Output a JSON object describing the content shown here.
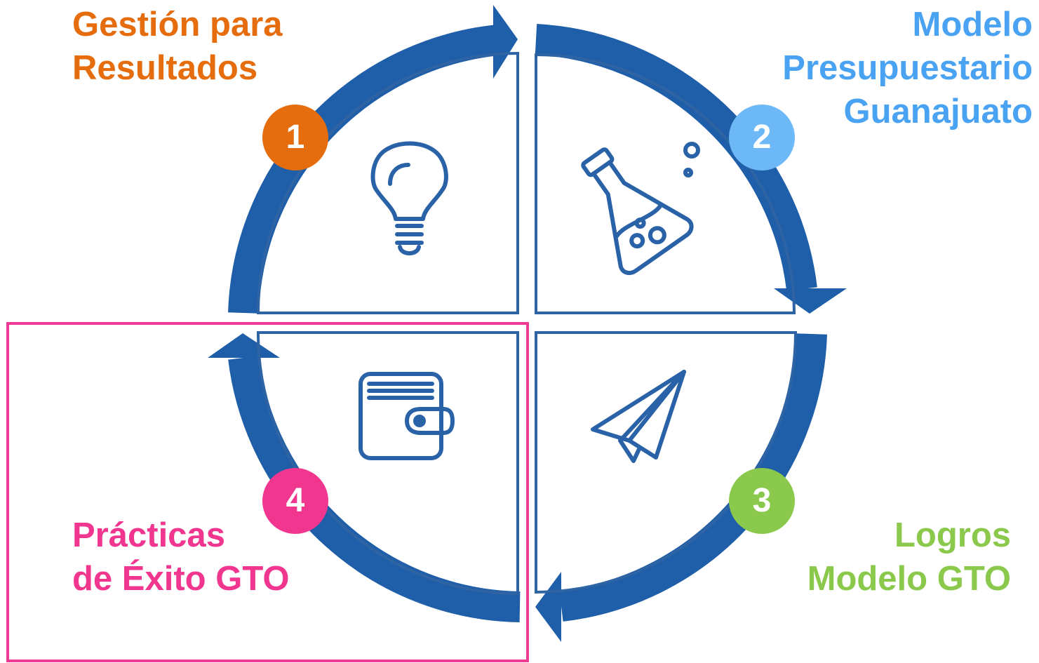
{
  "colors": {
    "ring": "#1f5ea8",
    "quadrant_outline": "#2f64a4",
    "icon": "#2a62a8",
    "highlight_box": "#ee3b93"
  },
  "steps": [
    {
      "number": "1",
      "label": "Gestión para\nResultados",
      "color": "#e56d0e",
      "icon": "lightbulb-icon"
    },
    {
      "number": "2",
      "label": "Modelo\nPresupuestario\nGuanajuato",
      "color": "#4aa3f2",
      "icon": "flask-icon"
    },
    {
      "number": "3",
      "label": "Logros\nModelo GTO",
      "color": "#8ac94b",
      "icon": "paper-plane-icon"
    },
    {
      "number": "4",
      "label": "Prácticas\nde Éxito GTO",
      "color": "#f0368f",
      "icon": "wallet-icon"
    }
  ],
  "badge_colors": [
    "#e56d0e",
    "#6db8f7",
    "#8ac94b",
    "#f0368f"
  ],
  "highlighted_step": "4"
}
